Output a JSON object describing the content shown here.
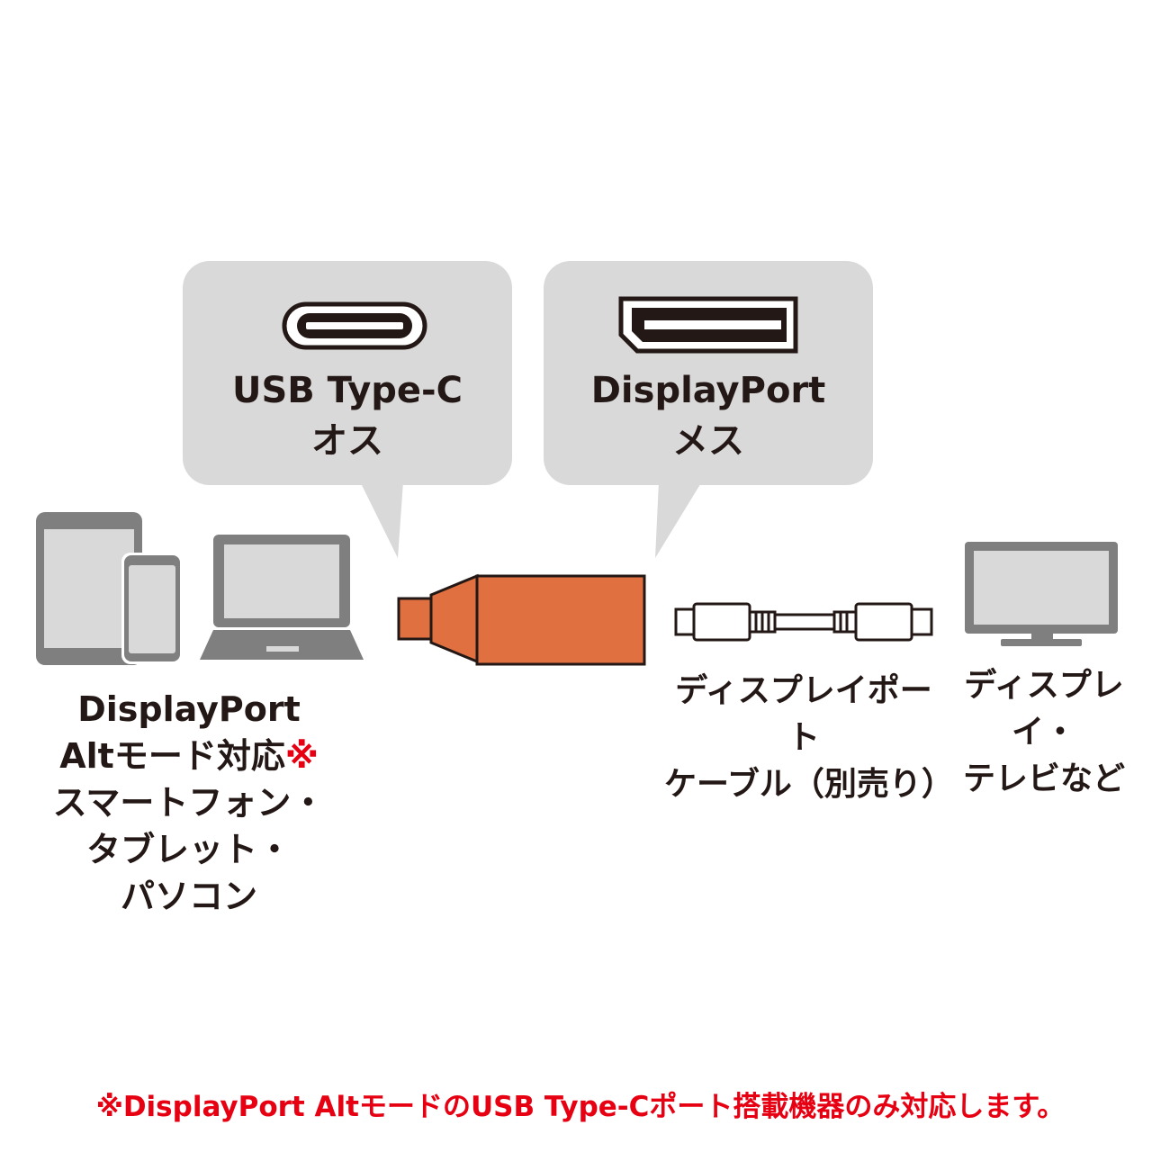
{
  "callouts": {
    "usbc": {
      "line1": "USB Type-C",
      "line2": "オス",
      "icon": "usb-c-port-icon"
    },
    "displayport": {
      "line1": "DisplayPort",
      "line2": "メス",
      "icon": "displayport-port-icon"
    }
  },
  "source_devices": {
    "line1": "DisplayPort",
    "line2": "Altモード対応",
    "line2_mark": "※",
    "line3": "スマートフォン・",
    "line4": "タブレット・",
    "line5": "パソコン",
    "icons": [
      "tablet-icon",
      "smartphone-icon",
      "laptop-icon"
    ]
  },
  "adapter": {
    "icon": "usbc-to-displayport-adapter-icon"
  },
  "cable": {
    "line1": "ディスプレイポート",
    "line2": "ケーブル（別売り）",
    "icon": "displayport-cable-icon"
  },
  "display": {
    "line1": "ディスプレイ・",
    "line2": "テレビなど",
    "icon": "tv-monitor-icon"
  },
  "footnote": "※DisplayPort AltモードのUSB Type-Cポート搭載機器のみ対応します。",
  "colors": {
    "bubble": "#d9d9d9",
    "device_gray": "#7f7f7f",
    "adapter_orange": "#e07040",
    "outline": "#231815",
    "note_red": "#e60012"
  }
}
